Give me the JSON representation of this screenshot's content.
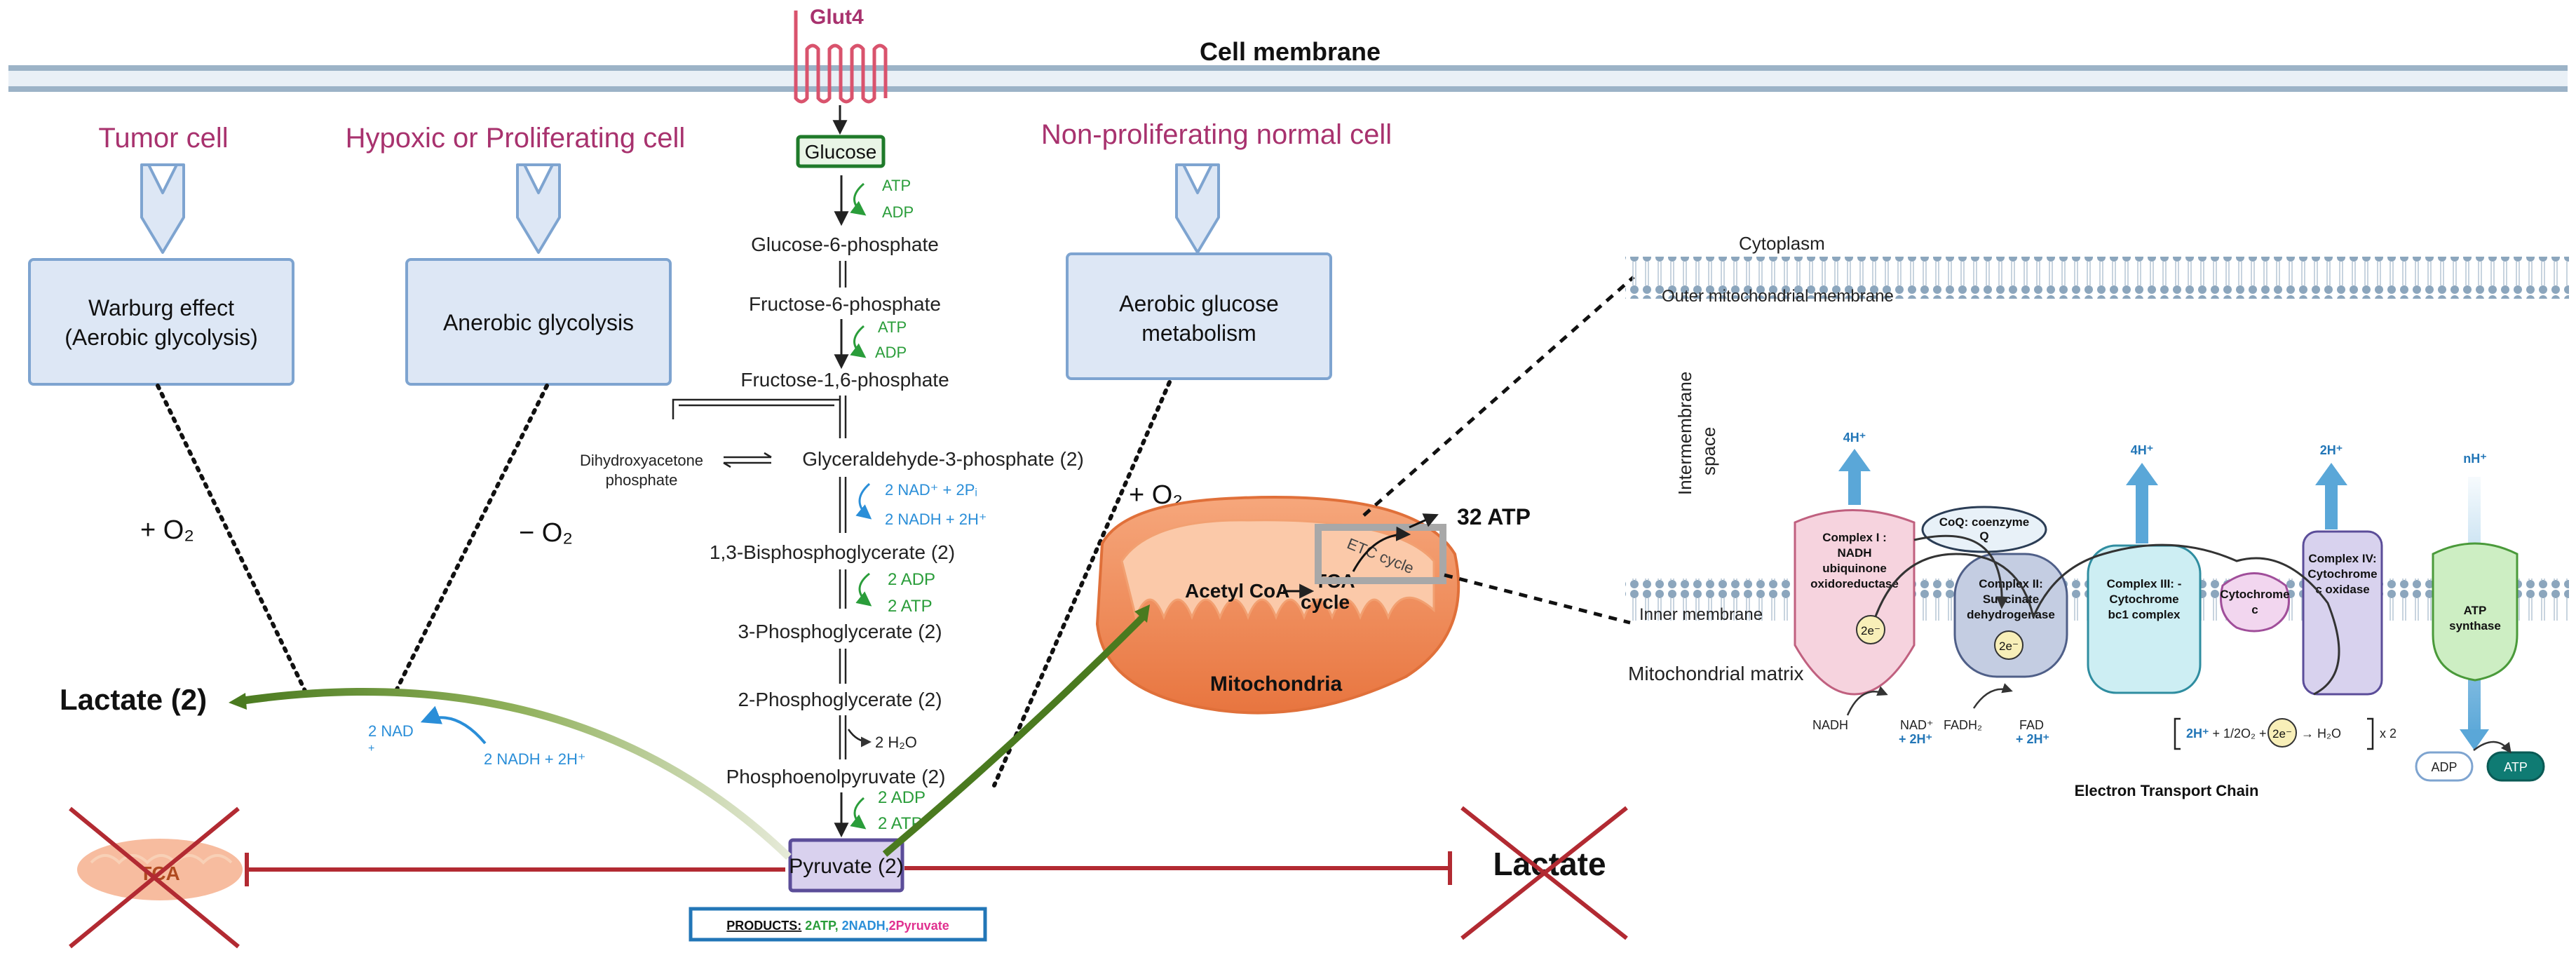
{
  "membrane": {
    "label": "Cell membrane",
    "glut": "Glut4"
  },
  "cells": {
    "tumor": {
      "title": "Tumor cell",
      "box": [
        "Warburg effect",
        "(Aerobic glycolysis)"
      ],
      "o2": "+ O₂"
    },
    "hypoxic": {
      "title": "Hypoxic or Proliferating  cell",
      "box": [
        "Anerobic glycolysis"
      ],
      "o2": "− O₂"
    },
    "normal": {
      "title": "Non-proliferating normal cell",
      "box": [
        "Aerobic glucose",
        "metabolism"
      ],
      "o2": "+ O₂"
    }
  },
  "glycolysis": {
    "glucose": "Glucose",
    "g6p": "Glucose-6-phosphate",
    "f6p": "Fructose-6-phosphate",
    "f16bp": "Fructose-1,6-phosphate",
    "dhap": [
      "Dihydroxyacetone",
      "phosphate"
    ],
    "g3p": "Glyceraldehyde-3-phosphate (2)",
    "bpg": "1,3-Bisphosphoglycerate (2)",
    "pg3": "3-Phosphoglycerate (2)",
    "pg2": "2-Phosphoglycerate (2)",
    "pep": "Phosphoenolpyruvate (2)",
    "pyruvate": "Pyruvate (2)",
    "step1": {
      "in": "ATP",
      "out": "ADP"
    },
    "step3": {
      "in": "ATP",
      "out": "ADP"
    },
    "step6": {
      "in": "2 NAD⁺ + 2Pᵢ",
      "out": "2 NADH + 2H⁺"
    },
    "step7": {
      "in": "2 ADP",
      "out": "2 ATP"
    },
    "step9": {
      "out": "2 H₂O"
    },
    "step10": {
      "in": "2 ADP",
      "out": "2 ATP"
    }
  },
  "products": {
    "label": "PRODUCTS:",
    "atp": " 2ATP,",
    "nadh": " 2NADH,",
    "pyr": "2Pyruvate"
  },
  "lactate_side": {
    "lactate": "Lactate (2)",
    "nad": "2 NAD",
    "nad_sup": "+",
    "nadh": "2 NADH + 2H⁺"
  },
  "blocked": {
    "tca": "TCA",
    "lactate": "Lactate"
  },
  "mito": {
    "acetyl": "Acetyl CoA",
    "tca": [
      "TCA",
      "cycle"
    ],
    "etc": "ETC cycle",
    "atp": "32 ATP",
    "name": "Mitochondria"
  },
  "etc": {
    "cytoplasm": "Cytoplasm",
    "outer": "Outer mitochondrial membrane",
    "intermembrane": [
      "Intermembrane",
      "space"
    ],
    "inner": "Inner  membrane",
    "matrix": "Mitochondrial matrix",
    "complex1": [
      "Complex I :",
      "NADH",
      "ubiquinone",
      "oxidoreductase"
    ],
    "coq": [
      "CoQ: coenzyme",
      "Q"
    ],
    "complex2": [
      "Complex II:",
      "Succinate",
      "dehydrogenase"
    ],
    "complex3": [
      "Complex III: -",
      "Cytochrome",
      "bc1 complex"
    ],
    "cytc": [
      "Cytochrome",
      "c"
    ],
    "complex4": [
      "Complex IV:",
      "Cytochrome",
      "c oxidase"
    ],
    "atp_synthase": [
      "ATP",
      "synthase"
    ],
    "h1": "4H⁺",
    "h3": "4H⁺",
    "h4": "2H⁺",
    "hn": "nH⁺",
    "e": "2e⁻",
    "nadh": "NADH",
    "nadp": "NAD⁺",
    "nadp2": "+ 2H⁺",
    "fadh": "FADH₂",
    "fad": "FAD",
    "fad2": "+ 2H⁺",
    "water": {
      "a": "2H⁺",
      "b": " + 1/2O₂ +",
      "c": "→  H₂O",
      "d": "x 2"
    },
    "adp": "ADP",
    "atp": "ATP",
    "title": "Electron Transport Chain"
  },
  "colors": {
    "title": "#a8326e",
    "boxFill": "#dde7f5",
    "boxStroke": "#7ea4d0",
    "green": "#2a9d3a",
    "blue": "#2a8ed8",
    "red": "#b22a32",
    "arrowGreen": "#4a7a1f",
    "mito": "#f08d5a",
    "membrane": "#8ca6bd"
  }
}
